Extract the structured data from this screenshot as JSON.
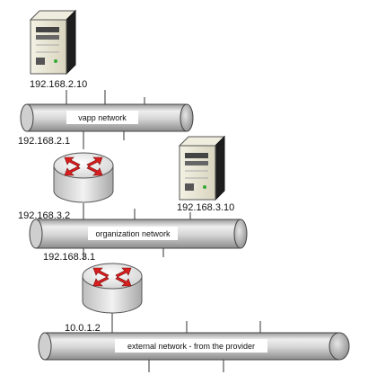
{
  "colors": {
    "pipe_body": "#d9d9d9",
    "pipe_cap": "#b8b8b8",
    "router_red": "#d81e1e",
    "outline": "#3a3a3a"
  },
  "icons": {
    "server": "server-icon",
    "router": "router-icon"
  },
  "servers": [
    {
      "name": "server-vapp",
      "ip": "192.168.2.10"
    },
    {
      "name": "server-org",
      "ip": "192.168.3.10"
    }
  ],
  "networks": [
    {
      "name": "vapp-network",
      "label": "vapp network"
    },
    {
      "name": "organization-network",
      "label": "organization network"
    },
    {
      "name": "external-network",
      "label": "external network - from the provider"
    }
  ],
  "routers": [
    {
      "name": "router-vapp-edge",
      "ip_top": "192.168.2.1",
      "ip_bottom": "192.168.3.2"
    },
    {
      "name": "router-org-edge",
      "ip_top": "192.168.3.1",
      "ip_bottom": "10.0.1.2"
    }
  ]
}
